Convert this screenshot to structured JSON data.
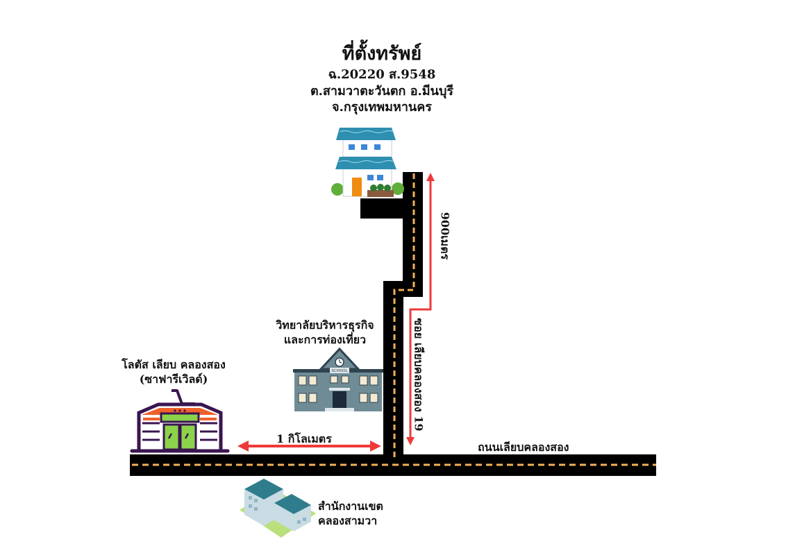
{
  "header": {
    "title": "ที่ตั้งทรัพย์",
    "deed": "ฉ.20220 ส.9548",
    "subdistrict_district": "ต.สามวาตะวันตก อ.มีนบุรี",
    "province": "จ.กรุงเทพมหานคร"
  },
  "landmarks": {
    "college": {
      "line1": "วิทยาลัยบริหารธุรกิจ",
      "line2": "และการท่องเที่ยว",
      "sign": "SCHOOL"
    },
    "lotus": {
      "line1": "โลตัส เลียบ คลองสอง",
      "line2": "(ซาฟารีเวิลด์)"
    },
    "district_office": {
      "line1": "สำนักงานเขต",
      "line2": "คลองสามวา"
    }
  },
  "roads": {
    "main_road": "ถนนเลียบคลองสอง",
    "soi": "ซอย เลียบคลองสอง 19"
  },
  "distances": {
    "soi_distance": "900เมตร",
    "main_road_distance": "1 กิโลเมตร"
  },
  "colors": {
    "road": "#000000",
    "lane_marking": "#f2b155",
    "arrow": "#ee3a3a",
    "roof": "#2e8fb0",
    "school": "#6f8c96",
    "store_outline": "#3a1550",
    "store_green": "#8bd34a",
    "store_orange": "#f0602a"
  }
}
